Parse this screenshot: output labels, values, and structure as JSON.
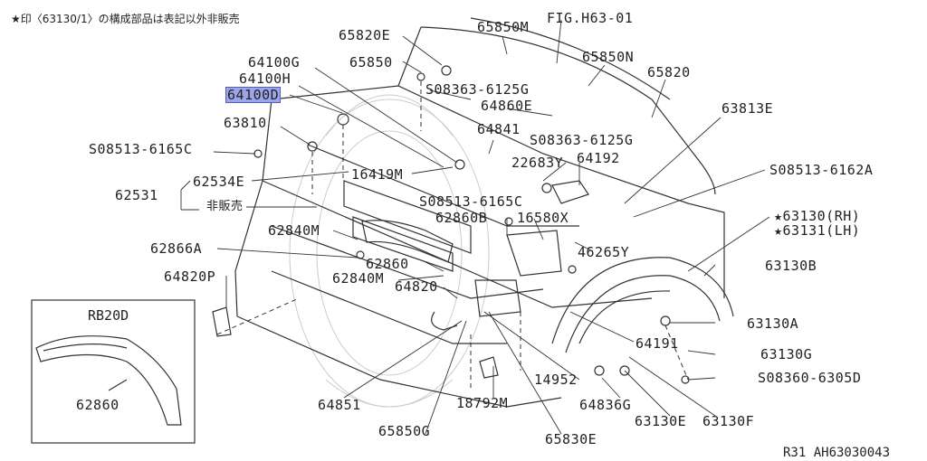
{
  "note": "★印〈63130/1〉の構成部品は表記以外非販売",
  "fig_ref": "FIG.H63-01",
  "footer_code": "R31  AH63030043",
  "inset": {
    "title": "RB20D",
    "part": "62860"
  },
  "highlight_color": "#9aa6e8",
  "labels": [
    "65820E",
    "65850M",
    "65850",
    "65850N",
    "65820",
    "64100G",
    "64100H",
    "64100D",
    "S08363-6125G",
    "64860E",
    "63810",
    "64841",
    "S08363-6125G",
    "63813E",
    "S08513-6165C",
    "22683Y",
    "64192",
    "62534E",
    "16419M",
    "S08513-6162A",
    "62531",
    "非販売",
    "S08513-6165C",
    "62860B",
    "16580X",
    "★63130(RH)",
    "★63131(LH)",
    "62840M",
    "46265Y",
    "62866A",
    "62860",
    "63130B",
    "64820P",
    "62840M",
    "64820",
    "63130A",
    "64191",
    "63130G",
    "64851",
    "14952",
    "S08360-6305D",
    "64836G",
    "18792M",
    "65850G",
    "63130E",
    "63130F",
    "65830E"
  ]
}
